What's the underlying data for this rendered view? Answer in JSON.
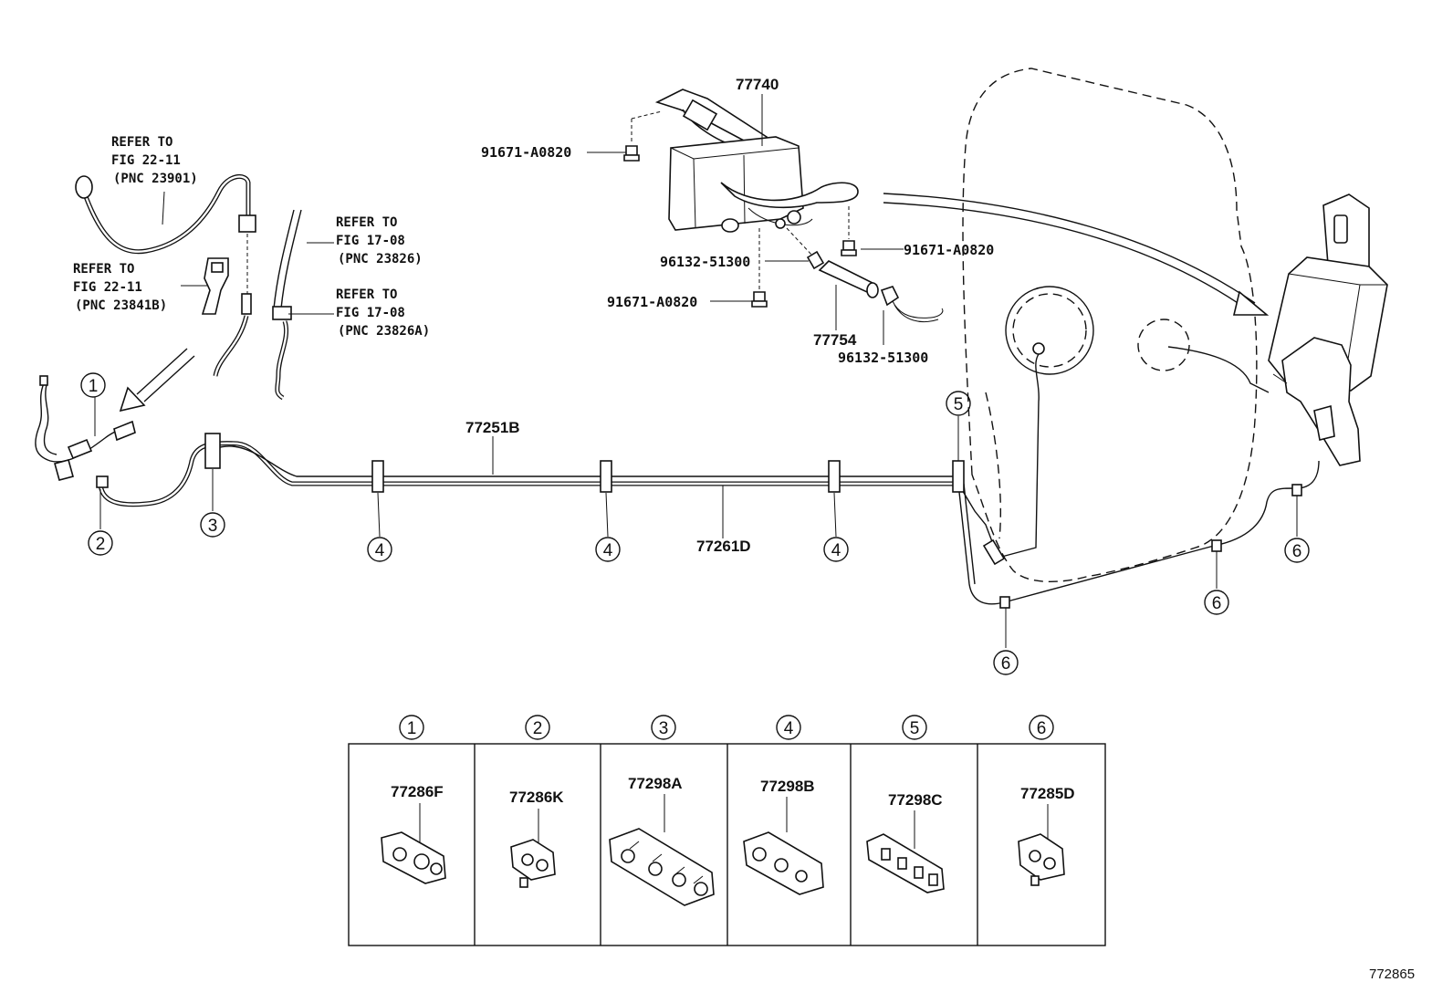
{
  "diagram_code": "772865",
  "parts": {
    "canister": "77740",
    "bolt_top": "91671-A0820",
    "bolt_right": "91671-A0820",
    "bolt_lower": "91671-A0820",
    "clip_left": "96132-51300",
    "clip_right": "96132-51300",
    "hose": "77754",
    "tube_upper": "77251B",
    "tube_lower": "77261D"
  },
  "references": [
    {
      "line1": "REFER TO",
      "line2": "FIG 22-11",
      "line3": "(PNC 23901)"
    },
    {
      "line1": "REFER TO",
      "line2": "FIG 22-11",
      "line3": "(PNC 23841B)"
    },
    {
      "line1": "REFER TO",
      "line2": "FIG 17-08",
      "line3": "(PNC 23826)"
    },
    {
      "line1": "REFER TO",
      "line2": "FIG 17-08",
      "line3": "(PNC 23826A)"
    }
  ],
  "callouts": [
    "①",
    "②",
    "③",
    "④",
    "⑤",
    "⑥"
  ],
  "clip_table": [
    {
      "num": "①",
      "part": "77286F"
    },
    {
      "num": "②",
      "part": "77286K"
    },
    {
      "num": "③",
      "part": "77298A"
    },
    {
      "num": "④",
      "part": "77298B"
    },
    {
      "num": "⑤",
      "part": "77298C"
    },
    {
      "num": "⑥",
      "part": "77285D"
    }
  ]
}
